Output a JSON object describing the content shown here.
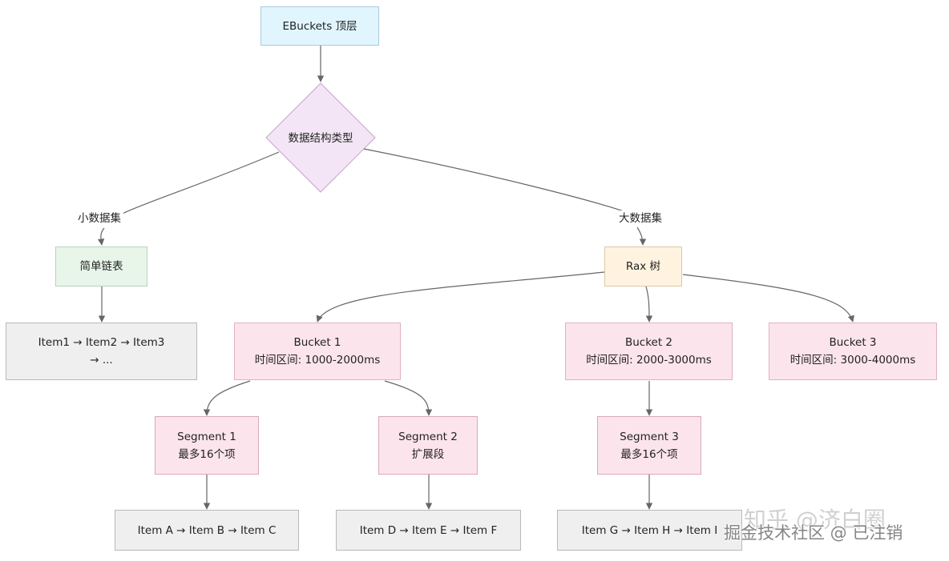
{
  "nodes": {
    "top": "EBuckets 顶层",
    "decision": "数据结构类型",
    "simple_list": "简单链表",
    "rax": "Rax 树",
    "small_items": {
      "line1": "Item1 → Item2 → Item3",
      "line2": "→ ..."
    },
    "bucket1": {
      "title": "Bucket 1",
      "range": "时间区间: 1000-2000ms"
    },
    "bucket2": {
      "title": "Bucket 2",
      "range": "时间区间: 2000-3000ms"
    },
    "bucket3": {
      "title": "Bucket 3",
      "range": "时间区间: 3000-4000ms"
    },
    "segment1": {
      "title": "Segment 1",
      "desc": "最多16个项"
    },
    "segment2": {
      "title": "Segment 2",
      "desc": "扩展段"
    },
    "segment3": {
      "title": "Segment 3",
      "desc": "最多16个项"
    },
    "items_abc": "Item A → Item B → Item C",
    "items_def": "Item D → Item E → Item F",
    "items_ghi": "Item G → Item H → Item I"
  },
  "edge_labels": {
    "small": "小数据集",
    "large": "大数据集"
  },
  "watermark": {
    "line1": "知乎 @济白圈",
    "line2": "掘金技术社区 @ 已注销"
  },
  "colors": {
    "top": "#e1f5fe",
    "decision": "#f3e5f5",
    "simple": "#e8f5e9",
    "rax": "#fff3e0",
    "item": "#efefef",
    "bucket": "#fce4ec",
    "segment": "#fce4ec",
    "edge": "#666666"
  }
}
